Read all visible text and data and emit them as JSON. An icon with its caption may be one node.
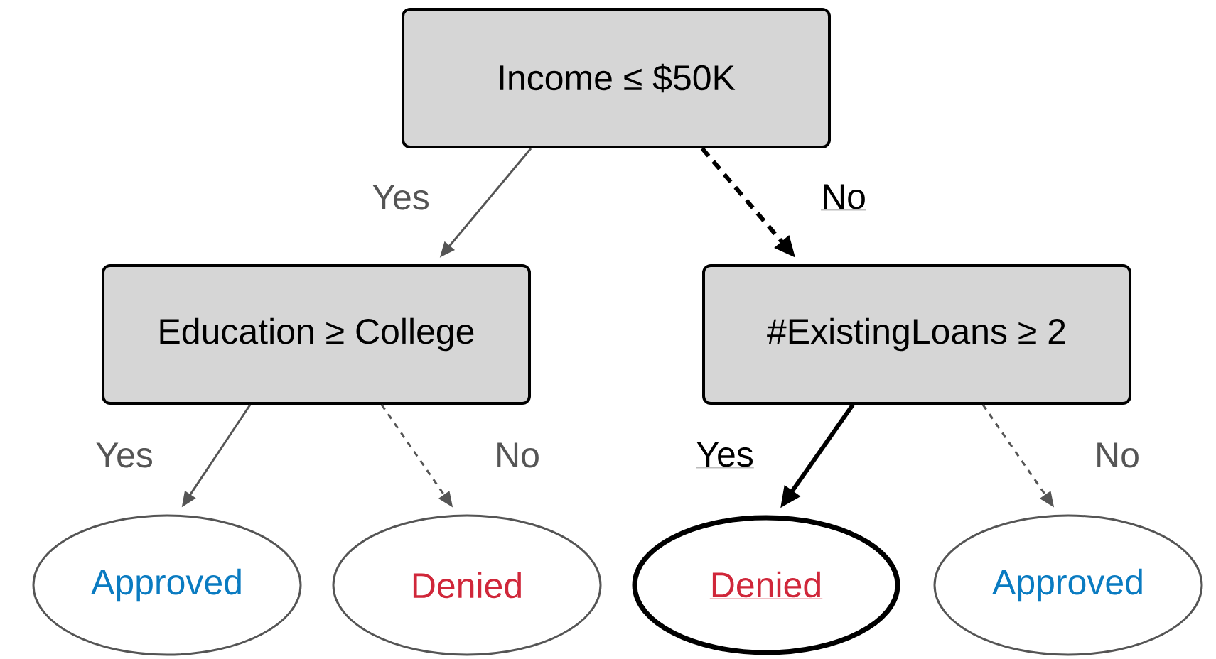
{
  "diagram": {
    "nodes": [
      {
        "text": [
          "Income ≤ $50K"
        ]
      },
      {
        "text": [
          "Education ≥ College"
        ]
      },
      {
        "text": [
          "#ExistingLoans ≥ 2"
        ]
      },
      {
        "text": [
          "Approved"
        ]
      },
      {
        "text": [
          "Denied"
        ]
      },
      {
        "text": [
          "Denied"
        ]
      },
      {
        "text": [
          "Approved"
        ]
      }
    ],
    "edges": [
      {
        "from": 0,
        "to": 1,
        "arrow": "to",
        "label": "Yes"
      },
      {
        "from": 0,
        "to": 2,
        "arrow": "to",
        "label": "No",
        "style": "dashed",
        "color": "#000000"
      },
      {
        "from": 1,
        "to": 3,
        "arrow": "to",
        "label": "Yes"
      },
      {
        "from": 1,
        "to": 4,
        "arrow": "to",
        "label": "No",
        "style": "dashed"
      },
      {
        "from": 2,
        "to": 5,
        "arrow": "to",
        "label": "Yes",
        "style": "thick",
        "color": "#000000"
      },
      {
        "from": 2,
        "to": 6,
        "arrow": "to",
        "label": "No",
        "style": "dashed"
      }
    ]
  }
}
